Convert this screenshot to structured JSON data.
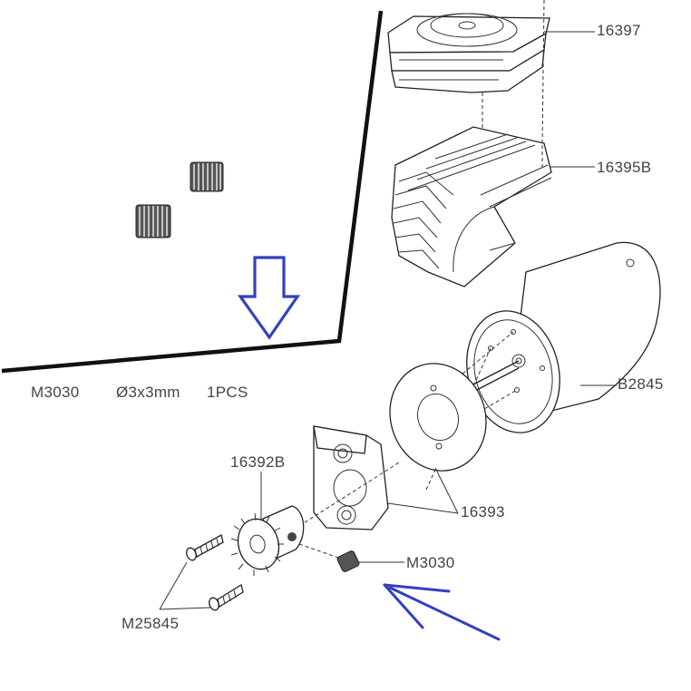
{
  "parts": {
    "fan": "16397",
    "heatsink": "16395B",
    "motor": "B2845",
    "mount_plate": "16392B",
    "adapter": "16393",
    "set_screw": "M3030",
    "screws": "M25845"
  },
  "spec": {
    "code": "M3030",
    "size": "Ø3x3mm",
    "qty": "1PCS"
  },
  "colors": {
    "ink": "#222222",
    "label": "#444444",
    "annotation_blue": "#3340c0"
  }
}
